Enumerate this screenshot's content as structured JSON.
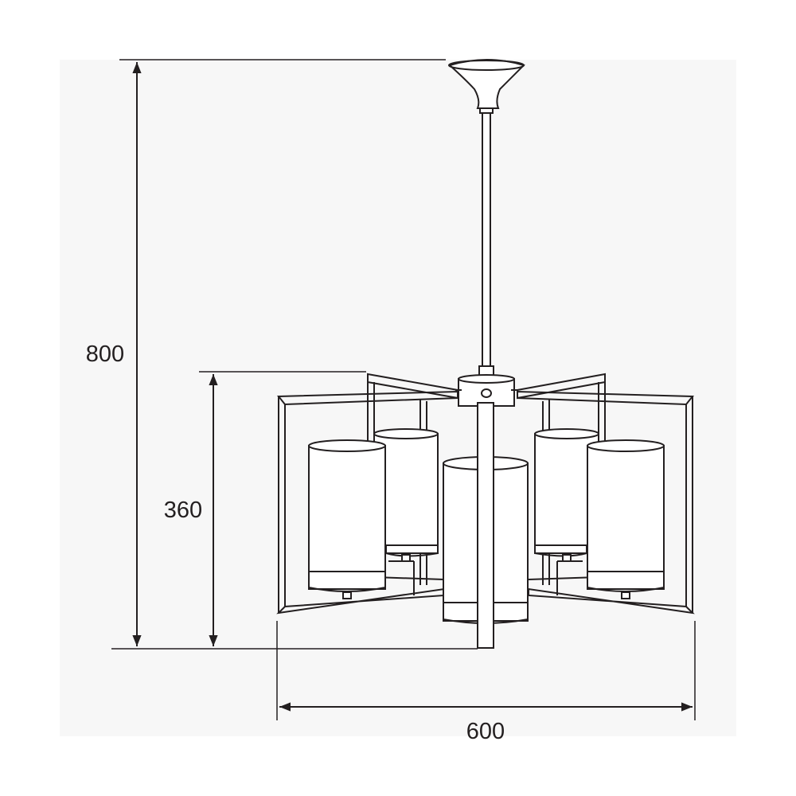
{
  "drawing": {
    "colors": {
      "ink": "#231f20",
      "background": "#ffffff",
      "panel": "#f7f7f7"
    },
    "dimensions": {
      "total_height": "800",
      "body_height": "360",
      "width": "600"
    },
    "icons": {
      "ceiling_canopy": "canopy-icon",
      "arrowhead": "arrowhead-icon"
    }
  }
}
